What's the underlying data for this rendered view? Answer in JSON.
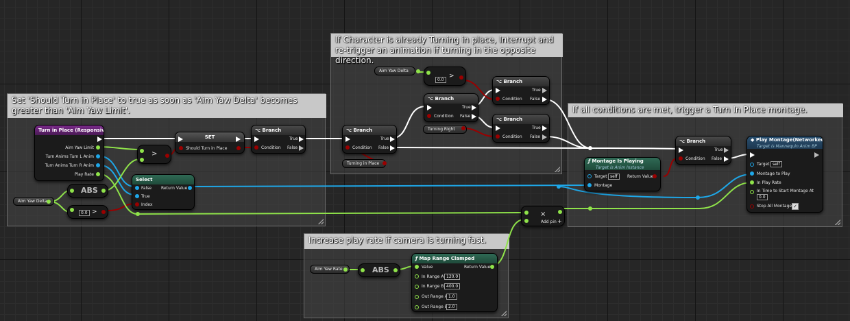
{
  "comments": {
    "turn_in_place": "Set 'Should Turn in Place' to true as soon as 'Aim Yaw Delta' becomes greater than 'Aim Yaw Limit'.",
    "interrupt": "If Character is already Turning in place, Interrupt and re-trigger an animation if turning in the opposite direction.",
    "trigger": "If all conditions are met, trigger a Turn In Place montage.",
    "play_rate": "Increase play rate if camera is turning fast."
  },
  "turn_node": {
    "title": "Turn in Place (Responsive)",
    "outputs": [
      "Aim Yaw Limit",
      "Turn Anims Turn L Anim",
      "Turn Anims Turn R Anim",
      "Play Rate"
    ]
  },
  "variables": {
    "aim_yaw_delta_left": "Aim Yaw Delta",
    "aim_yaw_delta_top": "Aim Yaw Delta",
    "aim_yaw_rate": "Aim Yaw Rate",
    "turning_right": "Turning Right",
    "turning_in_place": "Turning in Place"
  },
  "abs_label": "ABS",
  "greater_symbol": ">",
  "literal_zero": "0.0",
  "select_node": {
    "title": "Select",
    "inputs": [
      "False",
      "True",
      "Index"
    ],
    "output": "Return Value"
  },
  "set_node": {
    "title": "SET",
    "field": "Should Turn in Place"
  },
  "branch": {
    "title": "Branch",
    "condition": "Condition",
    "true_label": "True",
    "false_label": "False"
  },
  "montage_playing": {
    "title": "Montage Is Playing",
    "subtitle": "Target is Anim Instance",
    "target": "Target",
    "target_value": "self",
    "return_value": "Return Value",
    "montage": "Montage"
  },
  "play_montage": {
    "title": "Play Montage(Networked)",
    "subtitle": "Target is Mannequin Anim BP",
    "pins": [
      "Target",
      "Montage to Play",
      "In Play Rate",
      "In Time to Start Montage At",
      "Stop All Montages"
    ],
    "target_value": "self",
    "time_value": "0.0"
  },
  "multiply_node": {
    "symbol": "×",
    "add_pin": "Add pin"
  },
  "map_range": {
    "title": "Map Range Clamped",
    "value": "Value",
    "return_value": "Return Value",
    "in_range_a": "In Range A",
    "in_range_a_value": "120.0",
    "in_range_b": "In Range B",
    "in_range_b_value": "400.0",
    "out_range_a": "Out Range A",
    "out_range_a_value": "1.0",
    "out_range_b": "Out Range B",
    "out_range_b_value": "2.0"
  },
  "colors": {
    "float_pin": "#8fe34a",
    "bool_pin": "#9a0000",
    "object_pin": "#1ea7e8",
    "exec_pin": "#ffffff",
    "byte_pin": "#0a6d61"
  }
}
